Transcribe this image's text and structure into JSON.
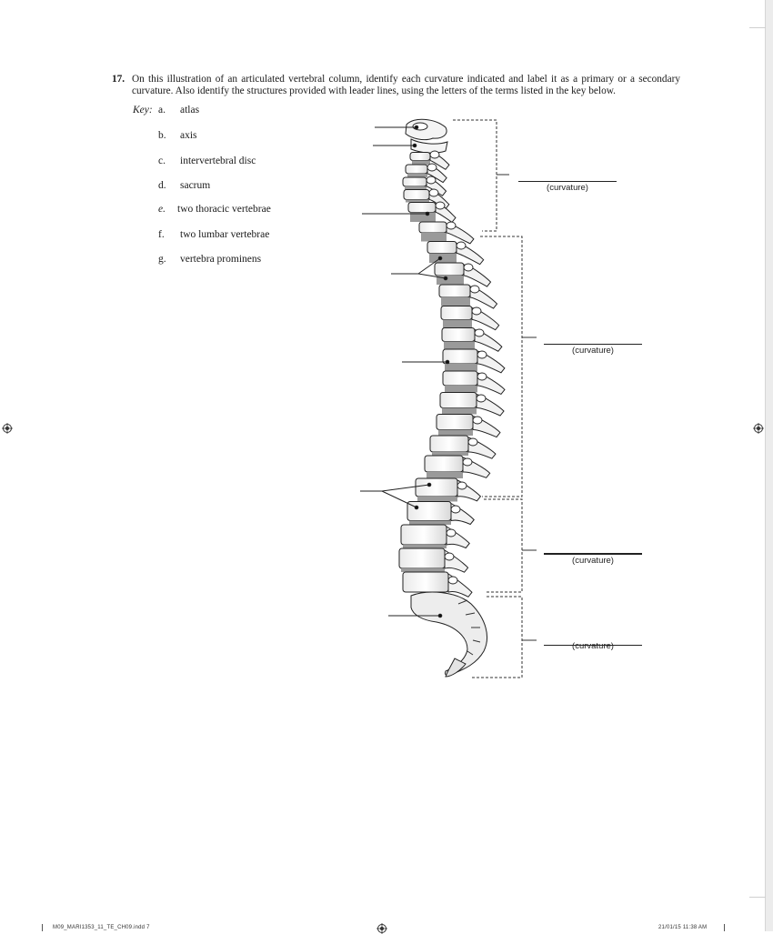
{
  "question": {
    "number": "17.",
    "text": "On this illustration of an articulated vertebral column, identify each curvature indicated and label it as a primary or a secondary curvature. Also identify the structures provided with leader lines, using the letters of the terms listed in the key below."
  },
  "key": {
    "title": "Key:",
    "items": [
      {
        "letter": "a.",
        "term": "atlas"
      },
      {
        "letter": "b.",
        "term": "axis"
      },
      {
        "letter": "c.",
        "term": "intervertebral disc"
      },
      {
        "letter": "d.",
        "term": "sacrum"
      },
      {
        "letter": "e.",
        "term": "two thoracic vertebrae"
      },
      {
        "letter": "f.",
        "term": "two lumbar vertebrae"
      },
      {
        "letter": "g.",
        "term": "vertebra prominens"
      }
    ]
  },
  "curvatures": [
    {
      "label": "(curvature)"
    },
    {
      "label": "(curvature)"
    },
    {
      "label": "(curvature)"
    },
    {
      "label": "(curvature)"
    }
  ],
  "footer": {
    "file": "M09_MARI1353_11_TE_CH09.indd 7",
    "date": "21/01/15 11:38 AM"
  }
}
